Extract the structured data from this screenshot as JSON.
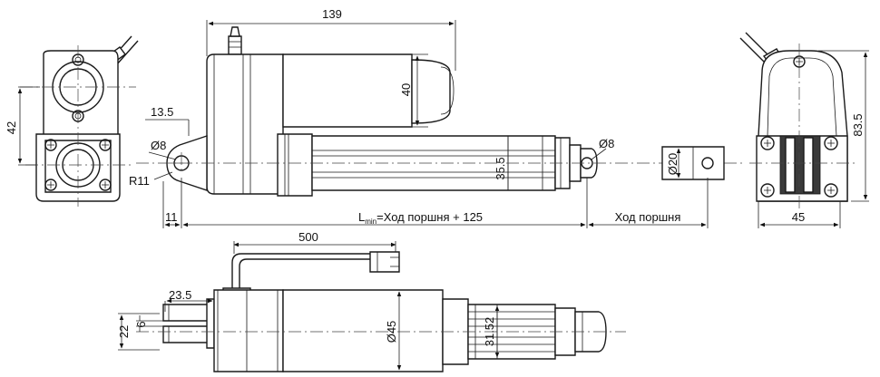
{
  "dimensions": {
    "length_139": "139",
    "dia_40": "40",
    "height_42": "42",
    "offset_13_5": "13.5",
    "hole_d8_left": "Ø8",
    "radius_r11": "R11",
    "height_35_5": "35.5",
    "hole_d8_right": "Ø8",
    "dia_20": "Ø20",
    "offset_11": "11",
    "lmin_prefix": "L",
    "lmin_sub": "min",
    "lmin_rest": "=Ход поршня + 125",
    "stroke_label": "Ход поршня",
    "height_83_5": "83.5",
    "width_45": "45",
    "cable_500": "500",
    "offset_23_5": "23.5",
    "width_22": "22",
    "width_6": "6",
    "dia_45": "Ø45",
    "dia_31_52": "31.52"
  }
}
